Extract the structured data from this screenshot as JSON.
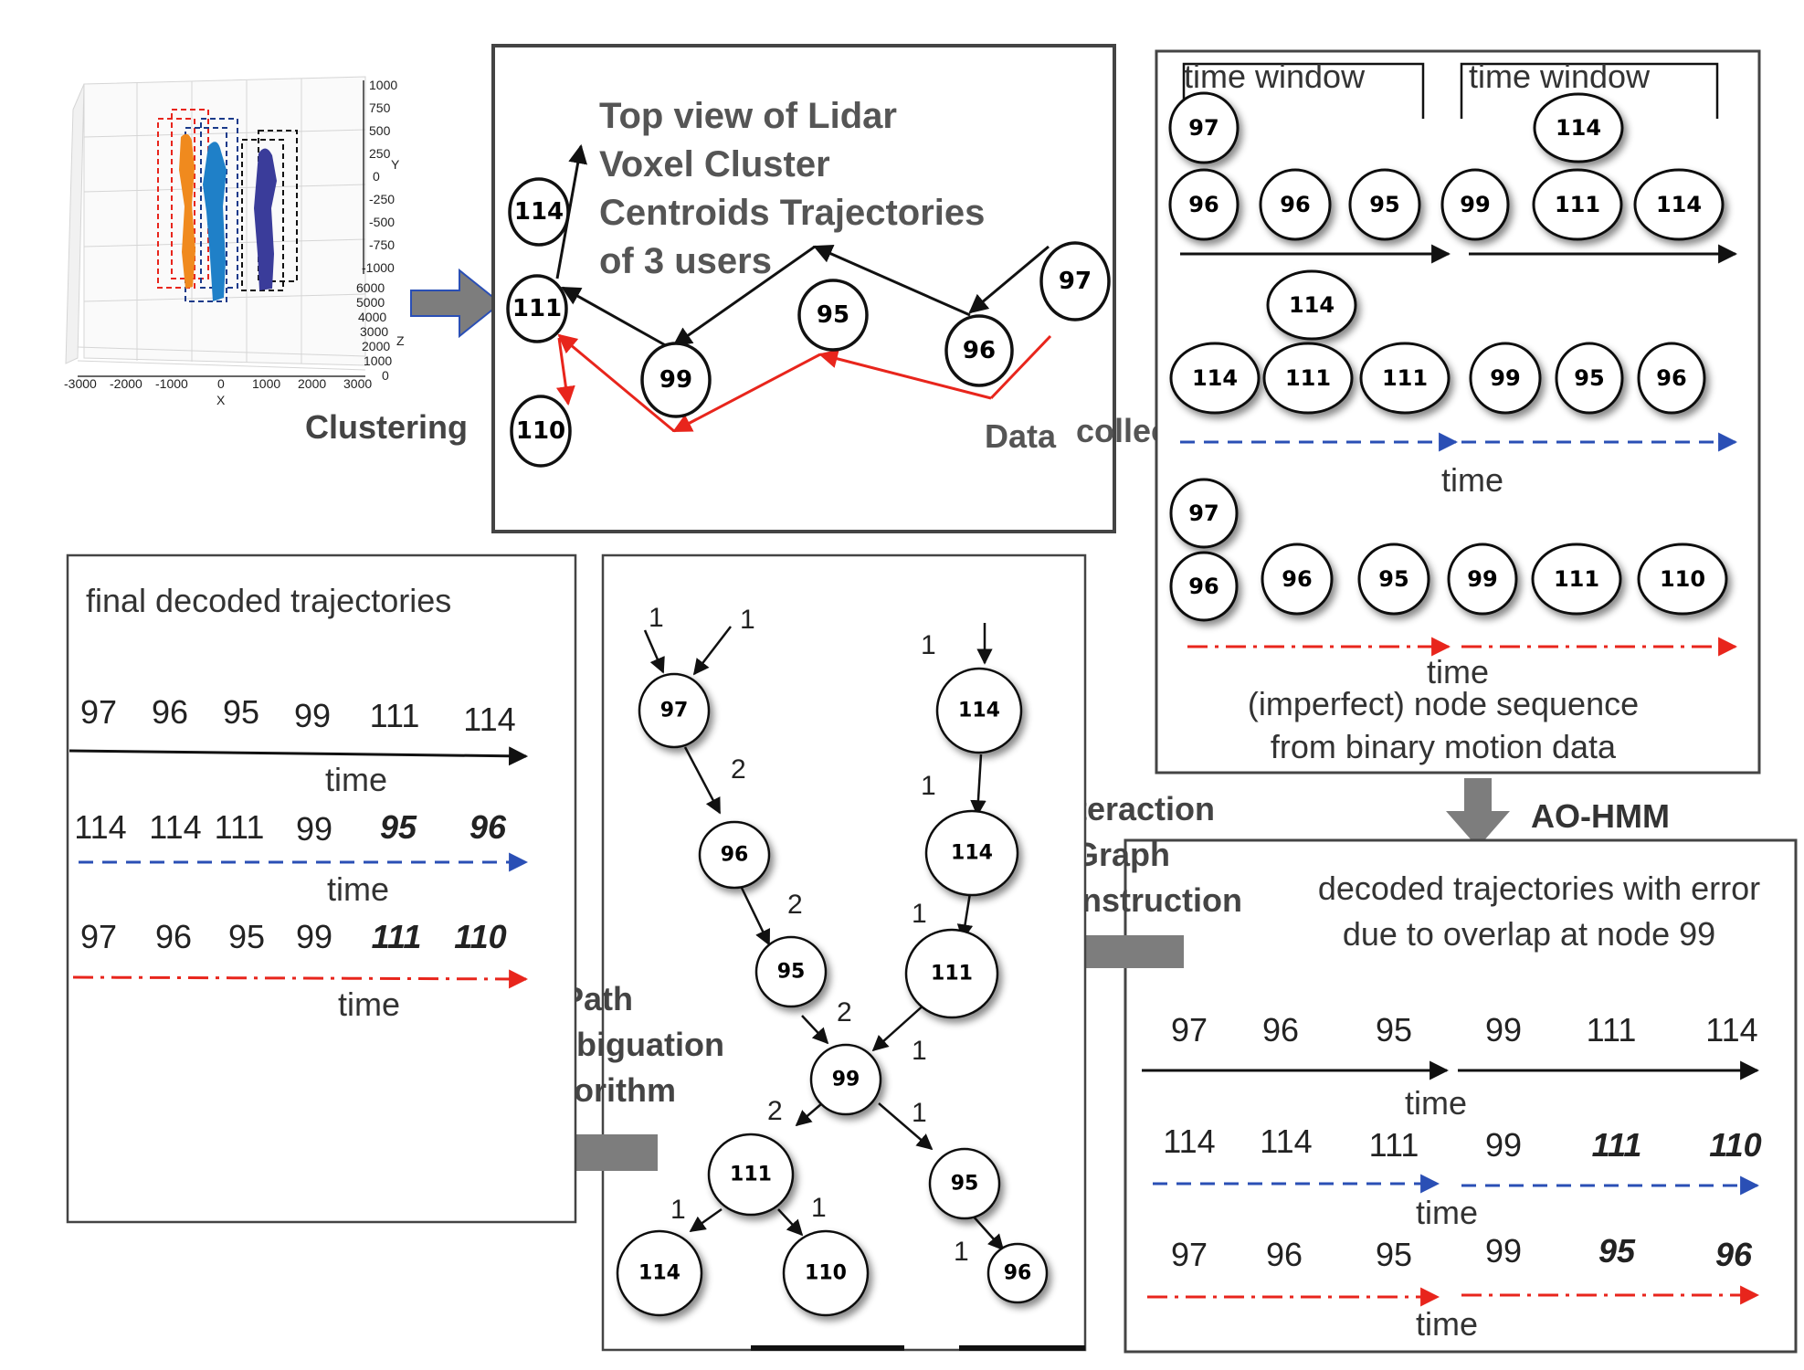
{
  "lidar": {
    "y_ticks": [
      "1000",
      "750",
      "500",
      "250",
      "0",
      "-250",
      "-500",
      "-750",
      "-1000"
    ],
    "z_ticks": [
      "6000",
      "5000",
      "4000",
      "3000",
      "2000",
      "1000",
      "0"
    ],
    "x_ticks": [
      "-3000",
      "-2000",
      "-1000",
      "0",
      "1000",
      "2000",
      "3000"
    ],
    "x_label": "X",
    "y_label": "Y",
    "z_label": "Z"
  },
  "panels": {
    "top_view": {
      "title": [
        "Top view of Lidar",
        "Voxel Cluster",
        "Centroids Trajectories",
        "of 3 users"
      ],
      "nodes": [
        "114",
        "111",
        "110",
        "99",
        "95",
        "96",
        "97"
      ]
    },
    "binary": {
      "time_window": "time window",
      "row1_top": [
        "97",
        "114"
      ],
      "row1": [
        "96",
        "96",
        "95",
        "99",
        "111",
        "114"
      ],
      "row2_top": [
        "114"
      ],
      "row2": [
        "114",
        "111",
        "111",
        "99",
        "95",
        "96"
      ],
      "row3_top": [
        "97"
      ],
      "row3": [
        "96",
        "96",
        "95",
        "99",
        "111",
        "110"
      ],
      "time": "time",
      "caption": [
        "(imperfect) node sequence",
        "from binary motion data"
      ]
    },
    "graph": {
      "nodes": [
        "97",
        "96",
        "95",
        "99",
        "111",
        "114",
        "110",
        "114",
        "114",
        "111",
        "95",
        "96"
      ],
      "weights": [
        "1",
        "1",
        "2",
        "2",
        "2",
        "2",
        "1",
        "1",
        "1",
        "1",
        "1",
        "1",
        "1",
        "1"
      ]
    },
    "decoded": {
      "caption": [
        "decoded trajectories with error",
        "due to overlap at node 99"
      ],
      "row1": [
        "97",
        "96",
        "95",
        "99",
        "111",
        "114"
      ],
      "row2": [
        "114",
        "114",
        "111",
        "99",
        "111",
        "110"
      ],
      "row3": [
        "97",
        "96",
        "95",
        "99",
        "95",
        "96"
      ],
      "time": "time"
    },
    "final": {
      "title": "final decoded trajectories",
      "row1": [
        "97",
        "96",
        "95",
        "99",
        "111",
        "114"
      ],
      "row2": [
        "114",
        "114",
        "111",
        "99",
        "95",
        "96"
      ],
      "row3": [
        "97",
        "96",
        "95",
        "99",
        "111",
        "110"
      ],
      "time": "time"
    }
  },
  "labels": {
    "clustering": "Clustering",
    "data_collection": [
      "Data",
      "collection"
    ],
    "ao_hmm": "AO-HMM",
    "interaction": [
      "Interaction",
      "Graph",
      "Construction"
    ],
    "path": [
      "Path",
      "Disambiguation",
      "algorithm"
    ]
  },
  "colors": {
    "black": "#111111",
    "red": "#e8251c",
    "blue": "#2a4fb5",
    "orange": "#f08a1e",
    "lightblue": "#1f80c8",
    "navy": "#3a3c9a",
    "arrow_gray": "#7d7d7d"
  }
}
